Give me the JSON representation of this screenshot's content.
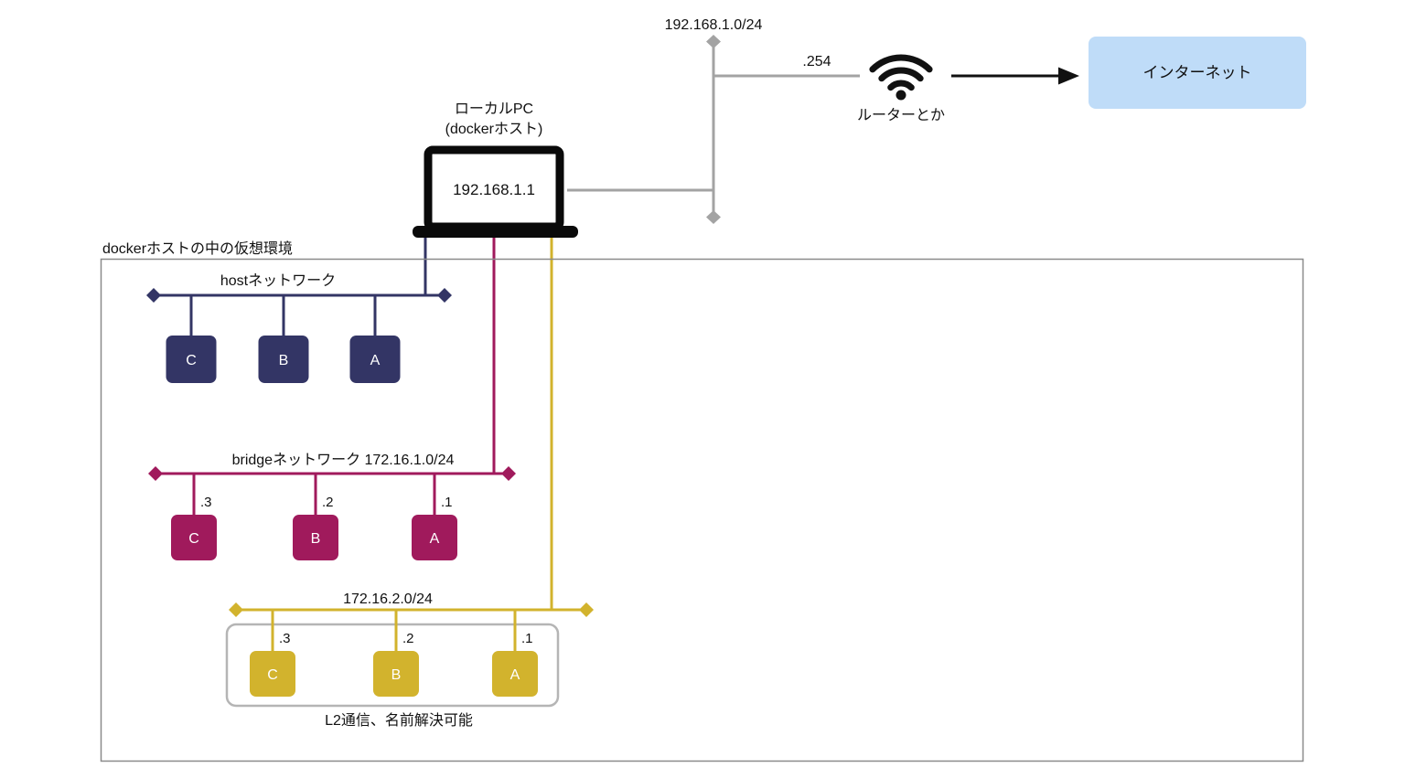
{
  "colors": {
    "lan_line": "#A3A3A3",
    "host_network": "#333565",
    "bridge_network": "#A01A5C",
    "custom_network": "#D2B32D",
    "internet_box": "#BFDCF8",
    "ink": "#111111",
    "l2_box_border": "#B5B5B5",
    "env_border": "#8A8A8A"
  },
  "external": {
    "lan_label": "192.168.1.0/24",
    "router_port_label": ".254",
    "router_label": "ルーターとか",
    "internet_label": "インターネット"
  },
  "host_pc": {
    "title_line1": "ローカルPC",
    "title_line2": "(dockerホスト)",
    "ip": "192.168.1.1"
  },
  "virtual_env": {
    "label": "dockerホストの中の仮想環境",
    "host_network": {
      "label": "hostネットワーク",
      "containers": [
        {
          "name": "C"
        },
        {
          "name": "B"
        },
        {
          "name": "A"
        }
      ]
    },
    "bridge_network": {
      "label": "bridgeネットワーク 172.16.1.0/24",
      "containers": [
        {
          "name": "C",
          "ip": ".3"
        },
        {
          "name": "B",
          "ip": ".2"
        },
        {
          "name": "A",
          "ip": ".1"
        }
      ]
    },
    "custom_network": {
      "label": "172.16.2.0/24",
      "note": "L2通信、名前解決可能",
      "containers": [
        {
          "name": "C",
          "ip": ".3"
        },
        {
          "name": "B",
          "ip": ".2"
        },
        {
          "name": "A",
          "ip": ".1"
        }
      ]
    }
  }
}
